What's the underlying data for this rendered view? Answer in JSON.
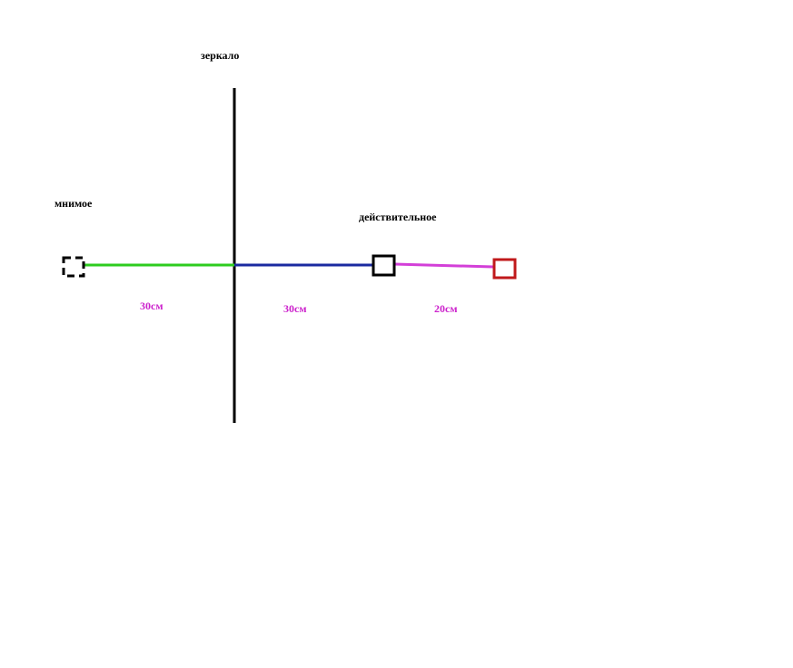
{
  "labels": {
    "mirror": "зеркало",
    "virtual_image": "мнимое",
    "real_object": "действительное",
    "distance_virtual": "30см",
    "distance_object": "30см",
    "distance_moved": "20см"
  },
  "colors": {
    "mirror_line": "#000000",
    "virtual_segment": "#2ecc1f",
    "object_segment": "#1a2aa0",
    "moved_segment": "#d33fd8",
    "distance_label": "#cc22cc",
    "object_box": "#000000",
    "moved_box": "#c0191b",
    "virtual_box": "#000000"
  }
}
